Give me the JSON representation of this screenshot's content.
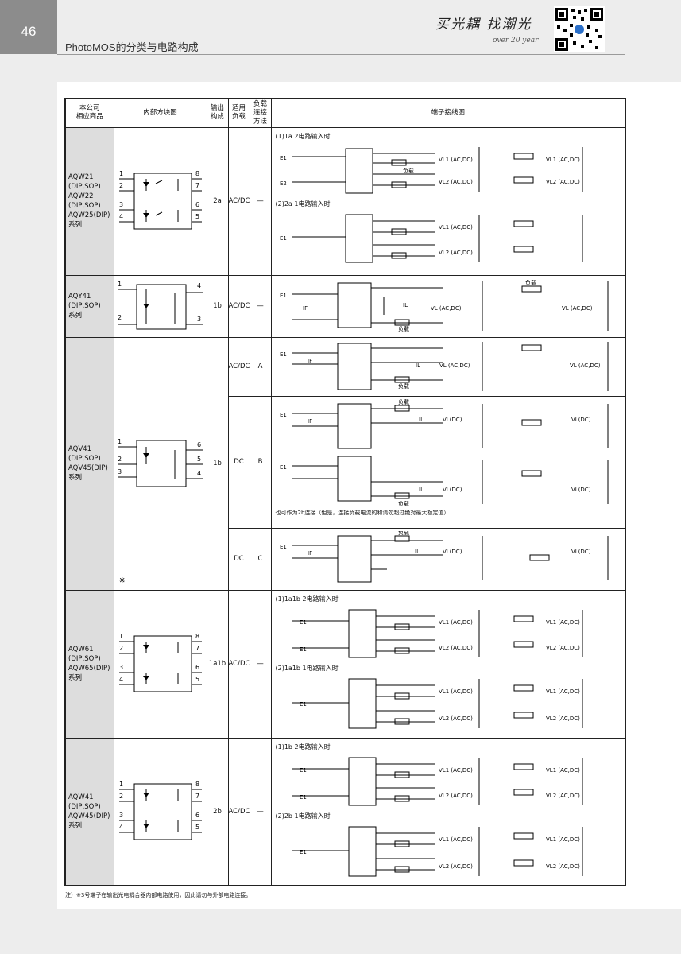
{
  "header": {
    "page_number": "46",
    "title": "PhotoMOS的分类与电路构成",
    "slogan": "买光耦 找潮光",
    "slogan_sub": "over 20 year"
  },
  "table": {
    "headers": {
      "product": "本公司\n相应商品",
      "block": "内部方块图",
      "output": "输出\n构成",
      "load": "适用\n负载",
      "method": "负载\n连接\n方法",
      "wiring": "端子接线图"
    },
    "rows": [
      {
        "product": "AQW21\n(DIP,SOP)\nAQW22\n(DIP,SOP)\nAQW25(DIP)\n系列",
        "output": "2a",
        "load": "AC/DC",
        "method": "—",
        "sub1": "(1)1a 2电路输入时",
        "sub2": "(2)2a 1电路输入时"
      },
      {
        "product": "AQY41\n(DIP,SOP)\n系列",
        "output": "1b",
        "load": "AC/DC",
        "method": "—"
      },
      {
        "product": "AQV41\n(DIP,SOP)\nAQV45(DIP)\n系列",
        "output": "1b",
        "parts": [
          {
            "load": "AC/DC",
            "method": "A"
          },
          {
            "load": "DC",
            "method": "B"
          },
          {
            "load": "DC",
            "method": "C"
          }
        ],
        "note": "也可作为2b连接（但是，连接负载电流的和请勿超过绝对最大额定值）",
        "mark": "※"
      },
      {
        "product": "AQW61\n(DIP,SOP)\nAQW65(DIP)\n系列",
        "output": "1a1b",
        "load": "AC/DC",
        "method": "—",
        "sub1": "(1)1a1b 2电路输入时",
        "sub2": "(2)1a1b 1电路输入时"
      },
      {
        "product": "AQW41\n(DIP,SOP)\nAQW45(DIP)\n系列",
        "output": "2b",
        "load": "AC/DC",
        "method": "—",
        "sub1": "(1)1b 2电路输入时",
        "sub2": "(2)2b 1电路输入时"
      }
    ],
    "labels": {
      "load_cn": "负载",
      "vl1": "VL1 (AC,DC)",
      "vl2": "VL2 (AC,DC)",
      "vl": "VL (AC,DC)",
      "vl_dc": "VL(DC)",
      "il": "IL",
      "if": "IF",
      "e1": "E1",
      "e2": "E2"
    }
  },
  "footnote": "注）※3号端子在输出光电耦合器内部电路使用，因此请勿与外部电路连接。"
}
